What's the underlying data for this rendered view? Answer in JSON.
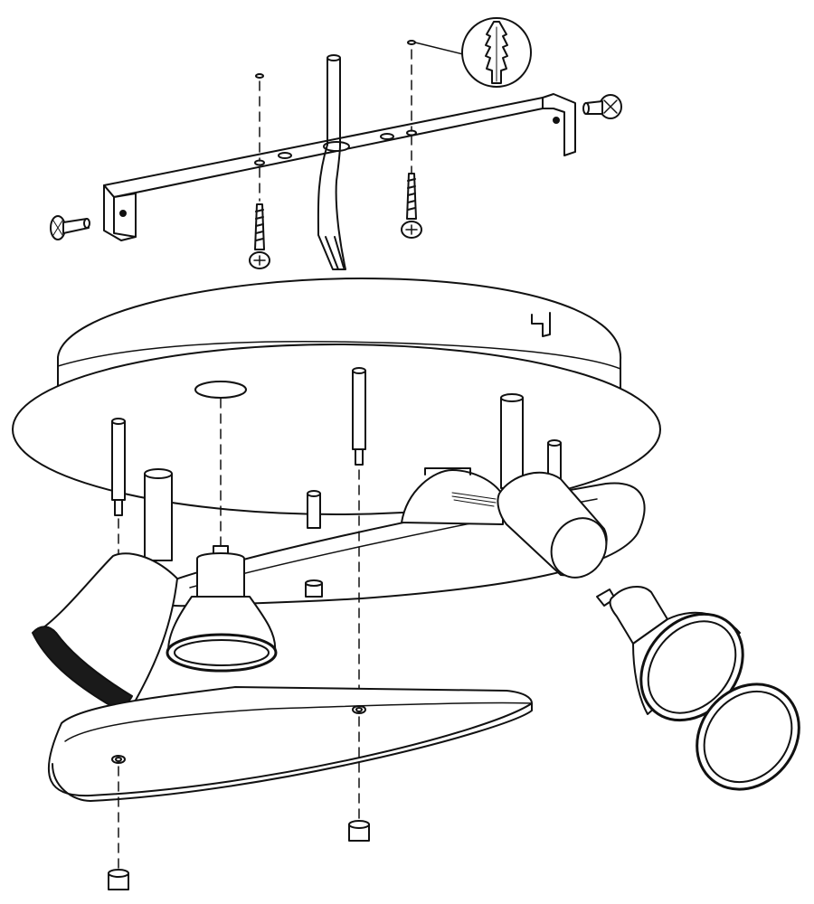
{
  "diagram": {
    "kind": "exploded assembly drawing",
    "line_color": "#111111",
    "fill_color": "#ffffff",
    "shade_color": "#1a1a1a",
    "background": "#ffffff",
    "parts": [
      "mounting-bracket",
      "wall-plug",
      "screw",
      "supply-cable",
      "canopy-plate",
      "spotlight-arm",
      "spot-head",
      "gu10-bulb",
      "lens-ring",
      "cover-plate",
      "cap-nut"
    ]
  }
}
